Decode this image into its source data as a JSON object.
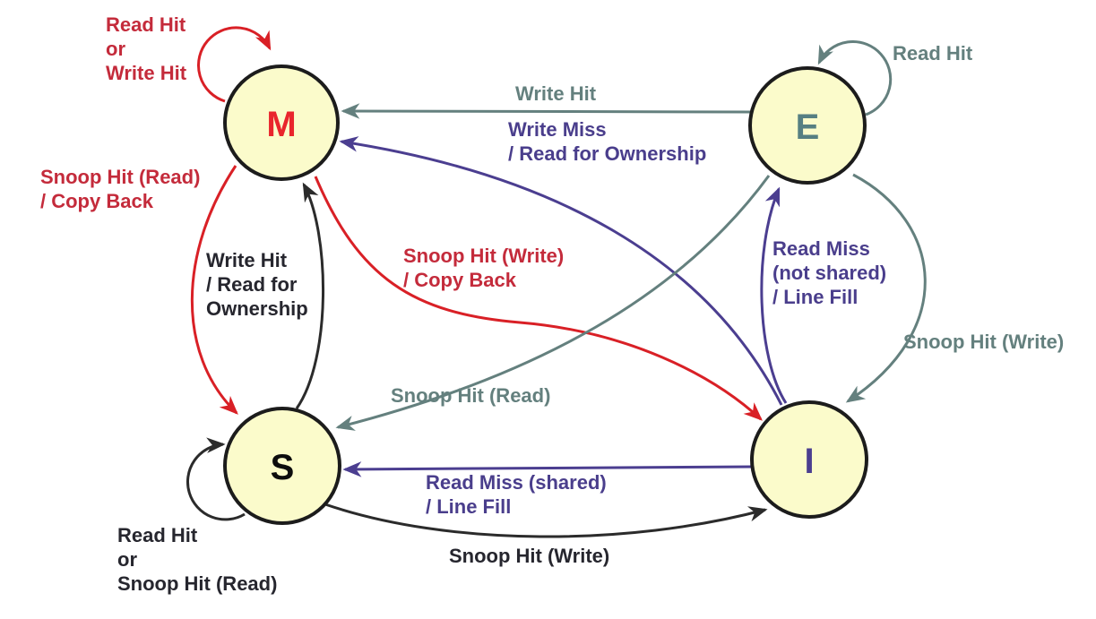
{
  "states": [
    {
      "id": "M",
      "label": "M"
    },
    {
      "id": "E",
      "label": "E"
    },
    {
      "id": "S",
      "label": "S"
    },
    {
      "id": "I",
      "label": "I"
    }
  ],
  "transitions": [
    {
      "id": "m-self",
      "from": "M",
      "to": "M",
      "event": "Read Hit\nor\nWrite Hit",
      "color": "#C42B3B"
    },
    {
      "id": "e-self",
      "from": "E",
      "to": "E",
      "event": "Read Hit",
      "color": "#64807E"
    },
    {
      "id": "e-to-m",
      "from": "E",
      "to": "M",
      "event": "Write Hit",
      "color": "#64807E"
    },
    {
      "id": "i-to-m",
      "from": "I",
      "to": "M",
      "event": "Write Miss\n/ Read for Ownership",
      "color": "#4B3E90"
    },
    {
      "id": "m-to-s",
      "from": "M",
      "to": "S",
      "event": "Snoop Hit (Read)\n/ Copy Back",
      "color": "#C42B3B"
    },
    {
      "id": "s-to-m",
      "from": "S",
      "to": "M",
      "event": "Write Hit\n/ Read for\nOwnership",
      "color": "#26262E"
    },
    {
      "id": "m-to-i",
      "from": "M",
      "to": "I",
      "event": "Snoop Hit (Write)\n/ Copy Back",
      "color": "#C42B3B"
    },
    {
      "id": "e-to-s",
      "from": "E",
      "to": "S",
      "event": "Snoop Hit (Read)",
      "color": "#64807E"
    },
    {
      "id": "i-to-e",
      "from": "I",
      "to": "E",
      "event": "Read Miss\n(not shared)\n/ Line Fill",
      "color": "#4B3E90"
    },
    {
      "id": "e-to-i",
      "from": "E",
      "to": "I",
      "event": "Snoop Hit (Write)",
      "color": "#64807E"
    },
    {
      "id": "i-to-s",
      "from": "I",
      "to": "S",
      "event": "Read Miss (shared)\n/ Line Fill",
      "color": "#4B3E90"
    },
    {
      "id": "s-to-i",
      "from": "S",
      "to": "I",
      "event": "Snoop Hit (Write)",
      "color": "#26262E"
    },
    {
      "id": "s-self",
      "from": "S",
      "to": "S",
      "event": "Read Hit\nor\nSnoop Hit (Read)",
      "color": "#26262E"
    }
  ],
  "colors": {
    "state_fill": "#FBFBCB",
    "state_border": "#1C1C1C",
    "red_arrow": "#D92026",
    "crimson_text": "#C42B3B",
    "gray": "#64807E",
    "purple": "#4B3E90",
    "black": "#26262E"
  }
}
